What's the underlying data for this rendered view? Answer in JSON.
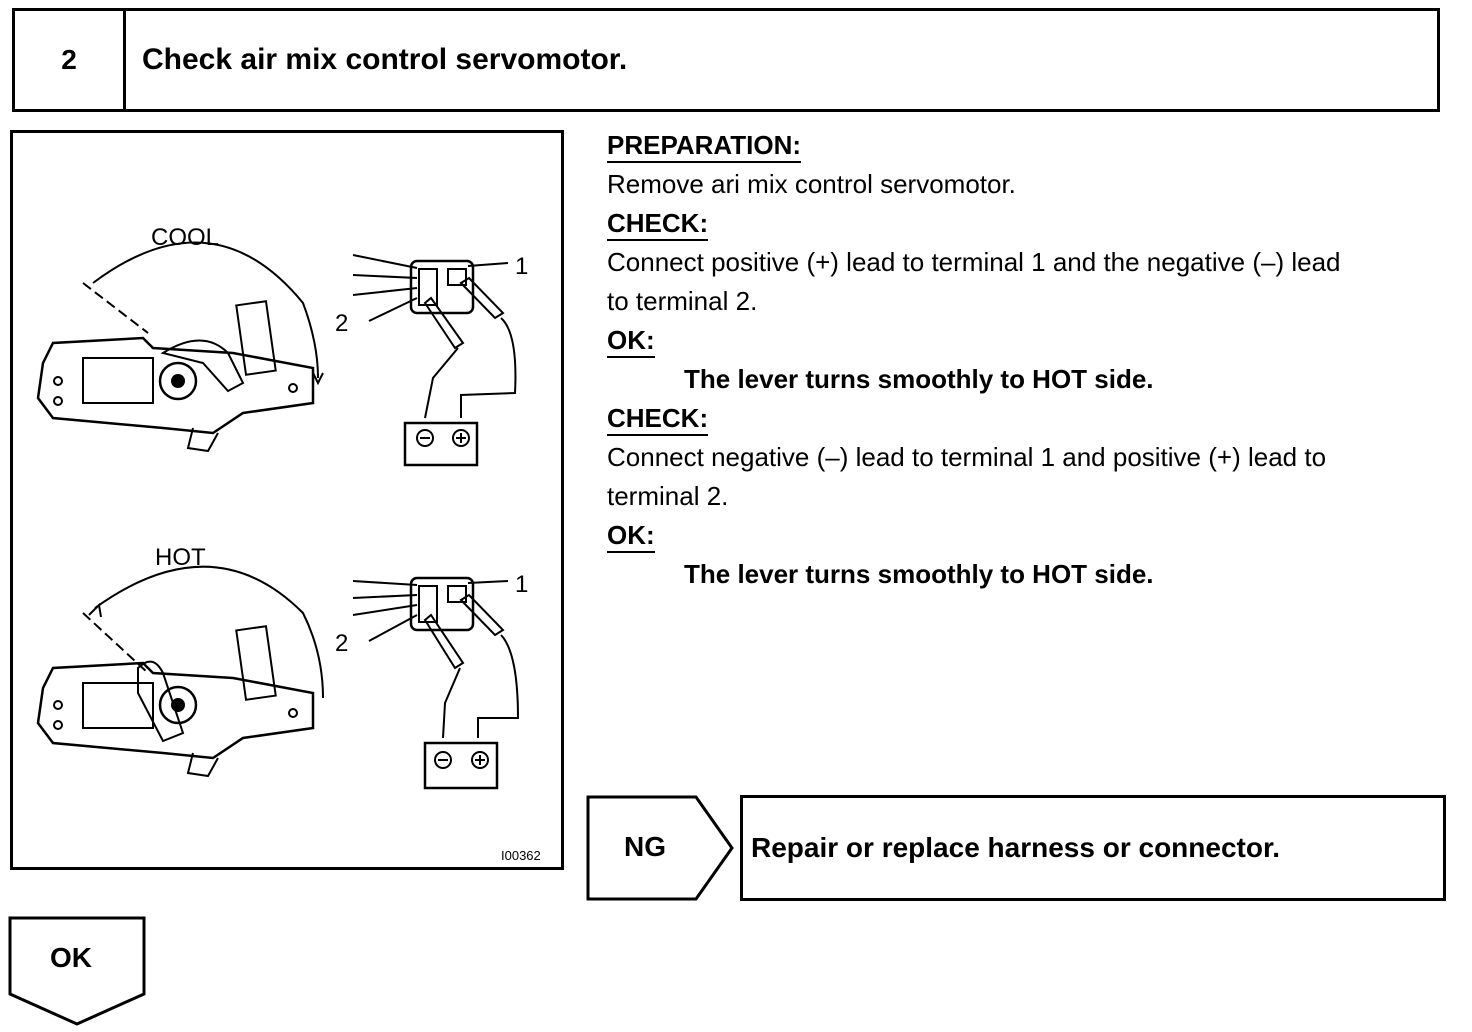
{
  "step": {
    "number": "2",
    "title": "Check air mix control servomotor."
  },
  "figure": {
    "cool_label": "COOL",
    "hot_label": "HOT",
    "terminal_1": "1",
    "terminal_2": "2",
    "figure_code": "I00362"
  },
  "instructions": {
    "preparation_heading": "PREPARATION:",
    "preparation_text": "Remove ari mix control servomotor.",
    "check1_heading": "CHECK:",
    "check1_line1": "Connect positive (+) lead to terminal 1 and the negative (–) lead",
    "check1_line2": "to terminal 2.",
    "ok1_heading": "OK:",
    "ok1_result": "The lever turns smoothly to HOT side.",
    "check2_heading": "CHECK:",
    "check2_line1": "Connect negative (–) lead to terminal 1 and positive (+) lead to",
    "check2_line2": "terminal 2.",
    "ok2_heading": "OK:",
    "ok2_result": "The lever turns smoothly to HOT side."
  },
  "ng": {
    "label": "NG",
    "result": "Repair or replace harness or connector."
  },
  "ok": {
    "label": "OK"
  }
}
